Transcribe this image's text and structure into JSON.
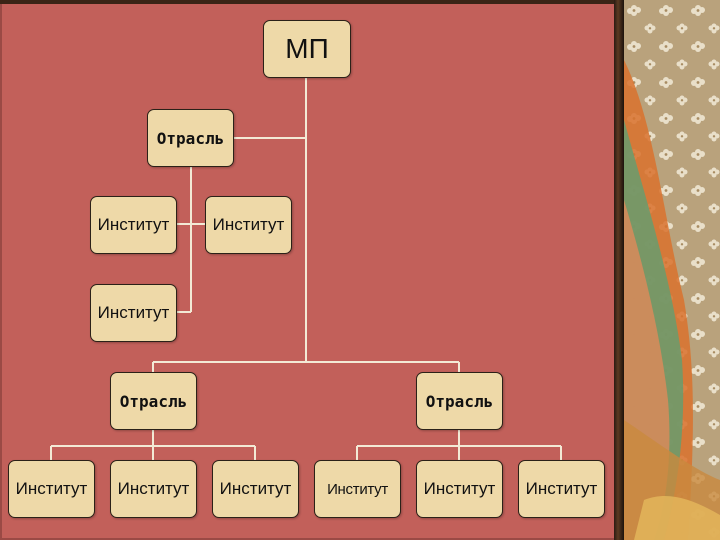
{
  "diagram": {
    "root": {
      "label": "МП"
    },
    "branches": [
      {
        "label": "Отрасль",
        "institutes": [
          "Институт",
          "Институт",
          "Институт"
        ]
      },
      {
        "label": "Отрасль",
        "institutes": [
          "Институт",
          "Институт",
          "Институт"
        ]
      },
      {
        "label": "Отрасль",
        "institutes": [
          "Институт",
          "Институт",
          "Институт"
        ]
      }
    ]
  },
  "colors": {
    "background": "#c2605a",
    "node_fill": "#eed9a8",
    "node_border": "#2b2118",
    "connector": "#f3ead6"
  }
}
